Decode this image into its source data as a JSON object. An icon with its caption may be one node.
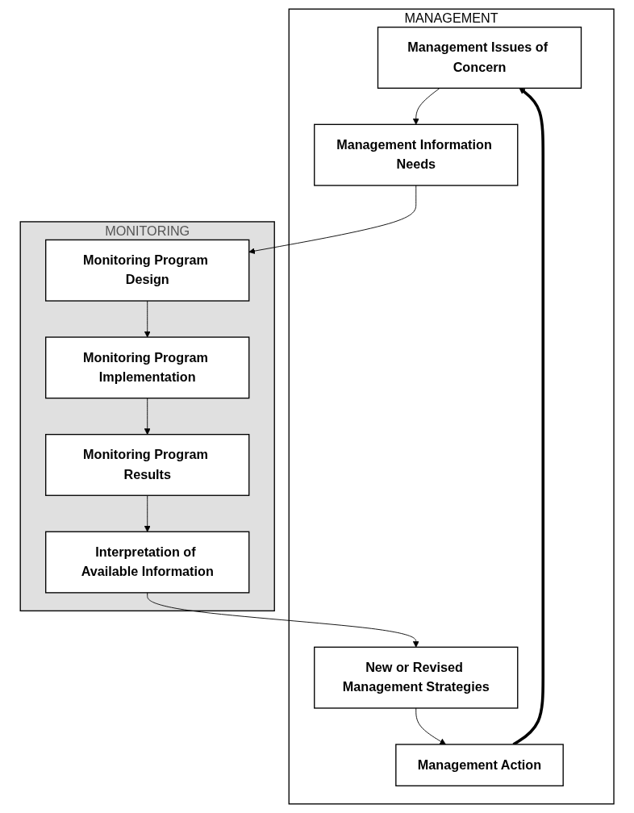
{
  "diagram": {
    "nodes": [
      {
        "text": [
          "MANAGEMENT"
        ]
      },
      {
        "text": [
          "Management Issues of Concern"
        ],
        "in": 0
      },
      {
        "text": [
          "Management Action"
        ],
        "in": 0
      },
      {
        "text": [
          "Management Information Needs"
        ],
        "in": 0
      },
      {
        "text": [
          "New or Revised Management Strategies"
        ],
        "in": 0
      },
      {
        "text": [
          "MONITORING"
        ]
      },
      {
        "text": [
          "Interpretation of Available Information"
        ],
        "in": 5
      },
      {
        "text": [
          "Monitoring Program Design"
        ],
        "in": 5
      },
      {
        "text": [
          "Monitoring Program Results"
        ],
        "in": 5
      },
      {
        "text": [
          "Monitoring Program Implementation"
        ],
        "in": 5
      }
    ],
    "edges": [
      {
        "from": 2,
        "to": 1,
        "arrow": "to",
        "style": "thick"
      },
      {
        "from": 1,
        "to": 3,
        "arrow": "to"
      },
      {
        "from": 3,
        "to": 7,
        "arrow": "to"
      },
      {
        "from": 7,
        "to": 9,
        "arrow": "to"
      },
      {
        "from": 9,
        "to": 8,
        "arrow": "to"
      },
      {
        "from": 8,
        "to": 6,
        "arrow": "to"
      },
      {
        "from": 6,
        "to": 4,
        "arrow": "to"
      },
      {
        "from": 4,
        "to": 2,
        "arrow": "to"
      }
    ]
  }
}
